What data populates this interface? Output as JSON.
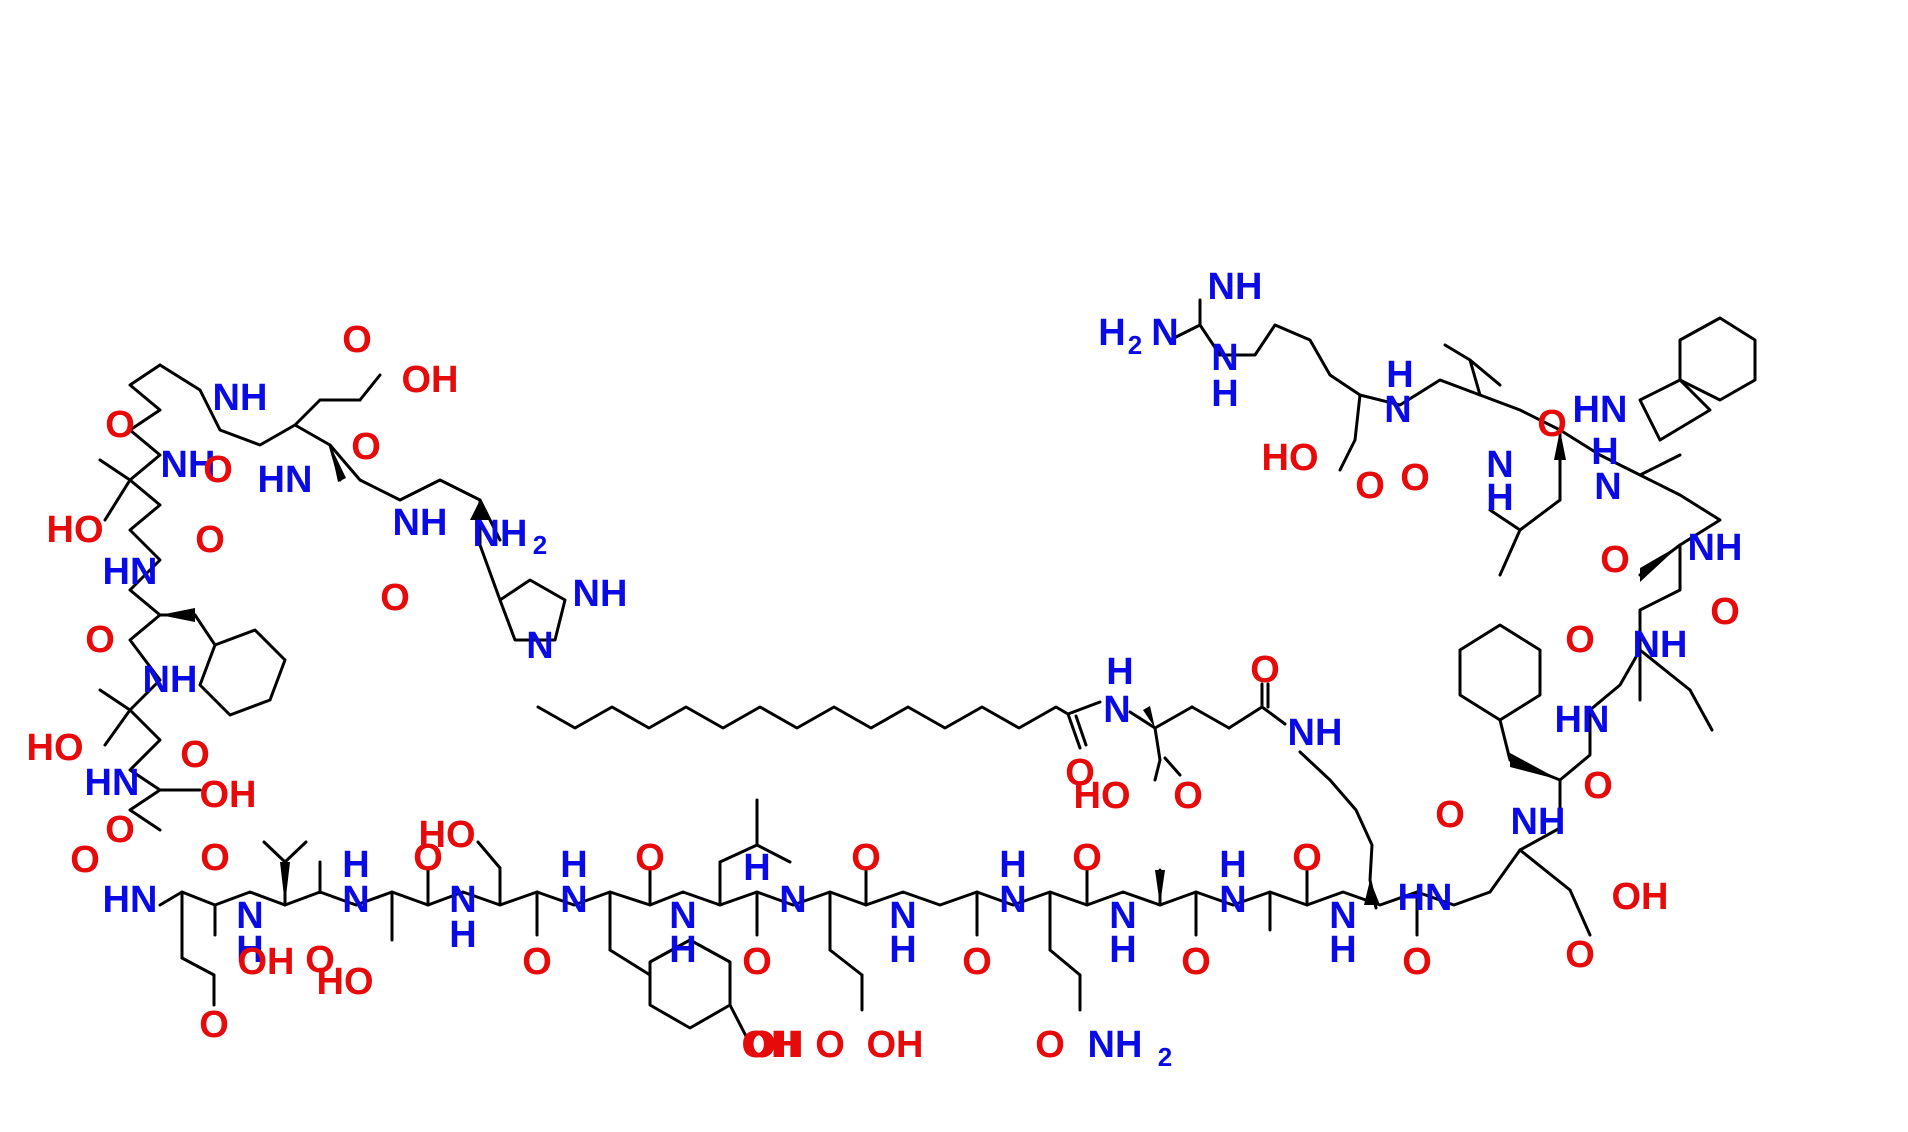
{
  "title": "",
  "colors": {
    "bond": "#000000",
    "nitrogen": "#0A0AE6",
    "oxygen": "#E60A0A",
    "background": "#FFFFFF"
  },
  "atom_labels": {
    "OH": "OH",
    "O": "O",
    "N": "N",
    "NH": "NH",
    "HN": "HN",
    "H": "H",
    "NH2": "NH",
    "H2N": "H",
    "two": "2",
    "HO": "HO",
    "HN_low": "HN"
  }
}
